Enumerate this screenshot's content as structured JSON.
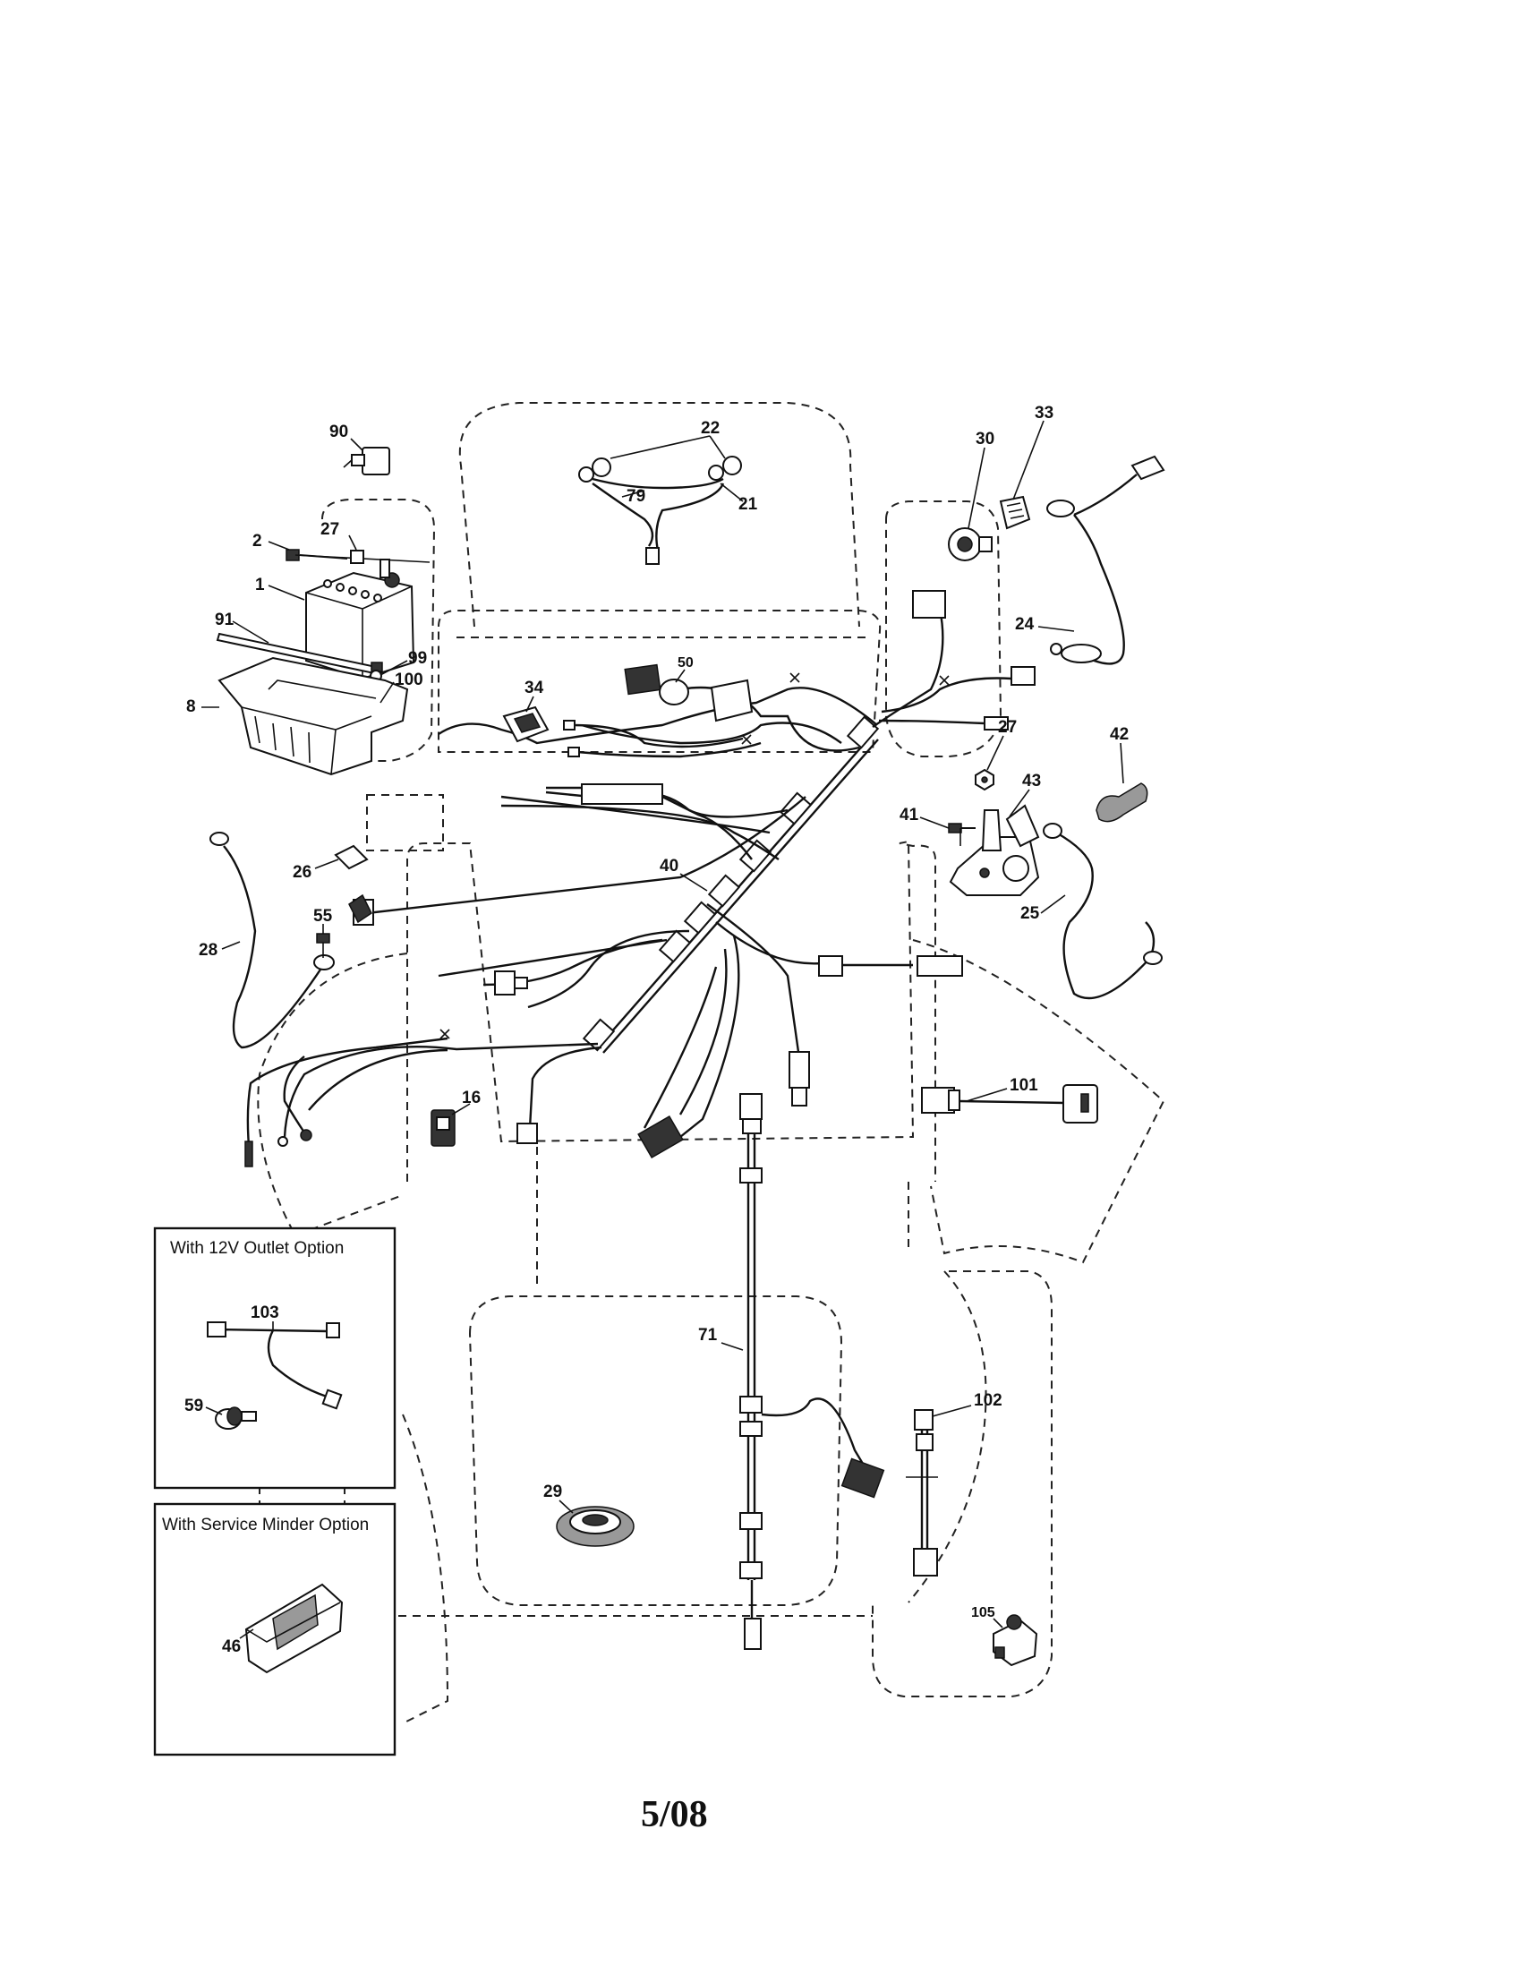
{
  "callouts": {
    "p90": "90",
    "p22": "22",
    "p79": "79",
    "p21": "21",
    "p30": "30",
    "p33": "33",
    "p2": "2",
    "p27a": "27",
    "p1": "1",
    "p91": "91",
    "p99": "99",
    "p100": "100",
    "p8": "8",
    "p50": "50",
    "p34": "34",
    "p24": "24",
    "p27b": "27",
    "p42": "42",
    "p43": "43",
    "p41": "41",
    "p26": "26",
    "p40": "40",
    "p25": "25",
    "p28": "28",
    "p55": "55",
    "p16": "16",
    "p101": "101",
    "p103": "103",
    "p59": "59",
    "p71": "71",
    "p102": "102",
    "p29": "29",
    "p46": "46",
    "p105": "105"
  },
  "option_boxes": {
    "outlet_title": "With 12V Outlet Option",
    "minder_title": "With Service Minder Option"
  },
  "footer": {
    "date_code": "5/08"
  }
}
